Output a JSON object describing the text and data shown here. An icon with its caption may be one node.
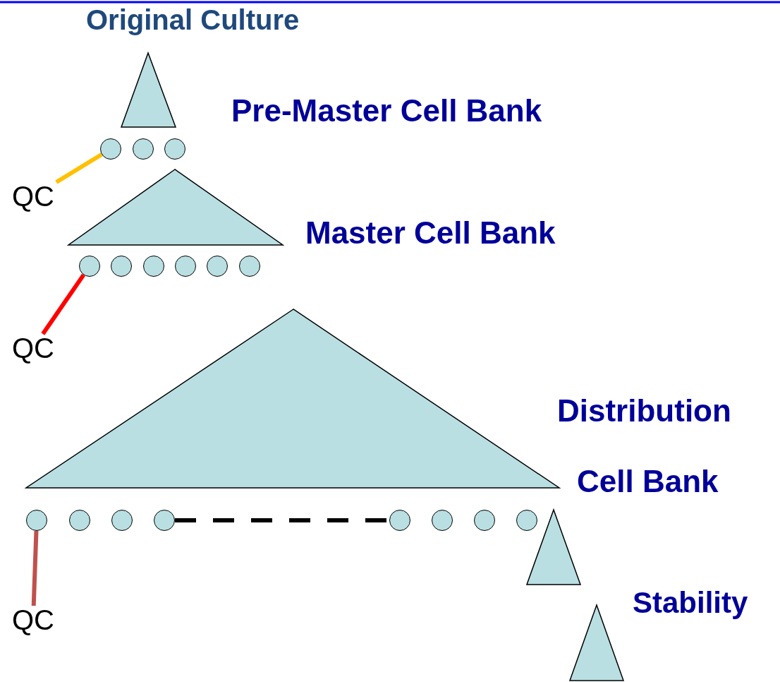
{
  "diagram": {
    "nodes": [
      {
        "text": [],
        "shape": "triangle"
      },
      {
        "text": [],
        "shape": "circle"
      },
      {
        "text": [],
        "shape": "circle"
      },
      {
        "text": [],
        "shape": "circle"
      },
      {
        "text": [
          "QC"
        ]
      },
      {
        "text": [],
        "shape": "triangle"
      },
      {
        "text": [],
        "shape": "circle"
      },
      {
        "text": [],
        "shape": "circle"
      },
      {
        "text": [],
        "shape": "circle"
      },
      {
        "text": [],
        "shape": "circle"
      },
      {
        "text": [],
        "shape": "circle"
      },
      {
        "text": [],
        "shape": "circle"
      },
      {
        "text": [
          "QC"
        ]
      },
      {
        "text": [],
        "shape": "triangle"
      },
      {
        "text": [],
        "shape": "circle"
      },
      {
        "text": [],
        "shape": "circle"
      },
      {
        "text": [],
        "shape": "circle"
      },
      {
        "text": [],
        "shape": "circle"
      },
      {
        "text": [],
        "shape": "circle"
      },
      {
        "text": [],
        "shape": "circle"
      },
      {
        "text": [],
        "shape": "circle"
      },
      {
        "text": [],
        "shape": "circle"
      },
      {
        "text": [],
        "shape": "triangle"
      },
      {
        "text": [
          "QC"
        ]
      },
      {
        "text": [],
        "shape": "triangle"
      }
    ],
    "edges": [
      {
        "from": 4,
        "to": 1,
        "arrow": "none",
        "color": "#ffc000"
      },
      {
        "from": 12,
        "to": 6,
        "arrow": "none",
        "color": "#ff0000"
      },
      {
        "from": 23,
        "to": 14,
        "arrow": "none",
        "color": "#c0504d"
      },
      {
        "from": 17,
        "to": 18,
        "arrow": "none",
        "style": "dashed",
        "color": "#000000"
      }
    ],
    "labels": [
      "Original Culture",
      "Pre-Master Cell Bank",
      "Master Cell Bank",
      "Distribution",
      "Cell Bank",
      "Stability"
    ]
  }
}
